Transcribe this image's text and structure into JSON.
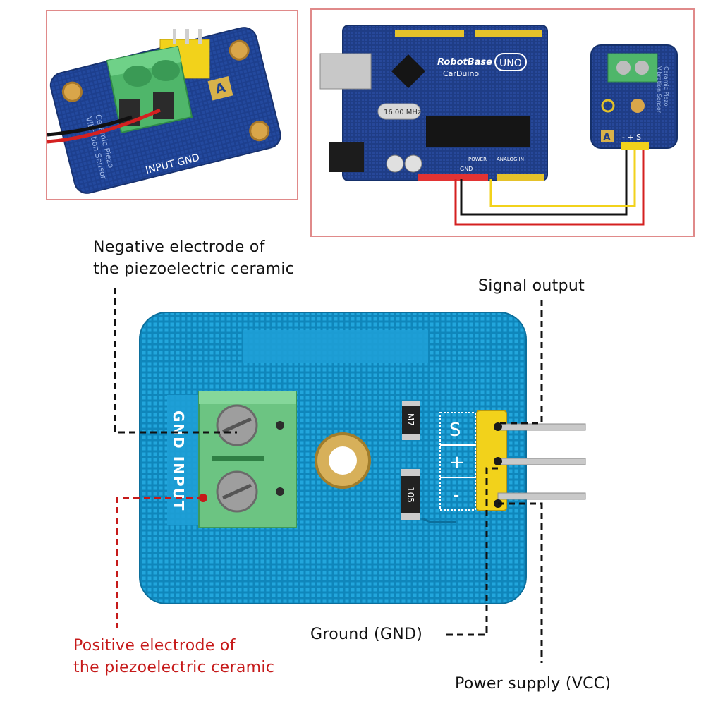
{
  "colors": {
    "board_blue": "#1a9fd0",
    "board_blue_dark": "#0f7fb0",
    "terminal_green": "#5fbf74",
    "header_yellow": "#f2d21b",
    "negative_label": "#111111",
    "positive_label": "#c61a1a",
    "frame_border": "#e08a8a"
  },
  "top_left_photo": {
    "board_text_1": "Ceramic Piezo",
    "board_text_2": "Vibration Sensor",
    "pin_labels": "INPUT GND",
    "badge": "A"
  },
  "arduino_photo": {
    "brand": "RobotBase",
    "model": "CarDuino",
    "uno_badge": "UNO",
    "crystal": "16.00 MHz",
    "gnd_label": "GND",
    "power_label": "POWER",
    "analog_label": "ANALOG IN",
    "sensor_text_1": "Ceramic Piezo",
    "sensor_text_2": "Vibration Sensor",
    "sensor_badge": "A",
    "sensor_pins": "- + S"
  },
  "main_board": {
    "terminal_label": "GND INPUT",
    "pin_s": "S",
    "pin_plus": "+",
    "pin_minus": "-",
    "resistor_code": "105",
    "diode_code": "M7"
  },
  "annotations": {
    "negative_line1": "Negative electrode of",
    "negative_line2": "the piezoelectric ceramic",
    "signal_output": "Signal output",
    "positive_line1": "Positive electrode of",
    "positive_line2": "the piezoelectric ceramic",
    "ground": "Ground (GND)",
    "power": "Power supply (VCC)"
  }
}
